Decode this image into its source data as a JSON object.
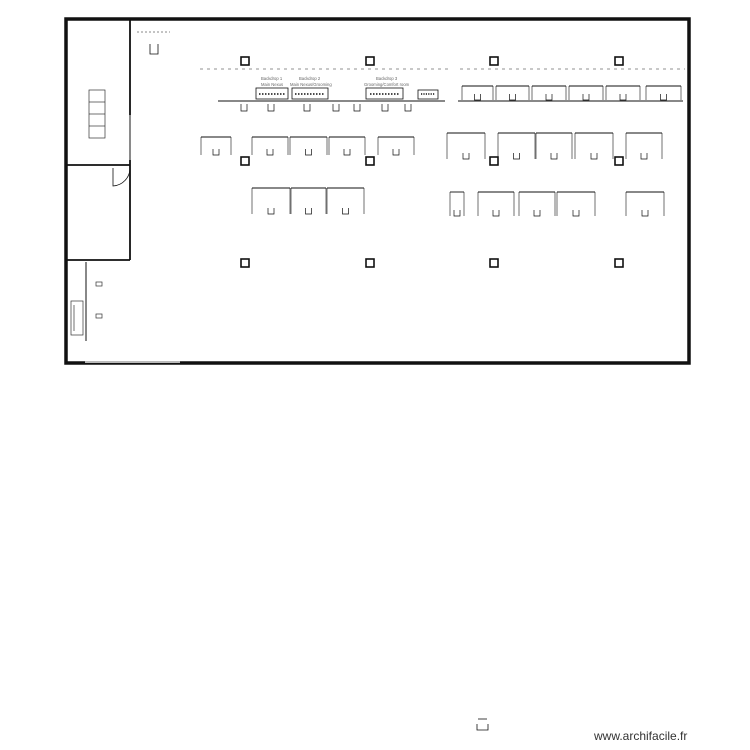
{
  "floor_plan": {
    "zones": [
      {
        "id": "z1",
        "title": "Backdrop 1",
        "subtitle": "Main Nexus"
      },
      {
        "id": "z2",
        "title": "Backdrop 2",
        "subtitle": "Main Nexus/Grooming"
      },
      {
        "id": "z3",
        "title": "Backdrop 3",
        "subtitle": "Grooming/Comfort room"
      }
    ],
    "stroke_color": "#000000",
    "wall_color": "#111111",
    "light_wall_color": "#bbbbbb"
  },
  "watermark": "www.archifacile.fr"
}
